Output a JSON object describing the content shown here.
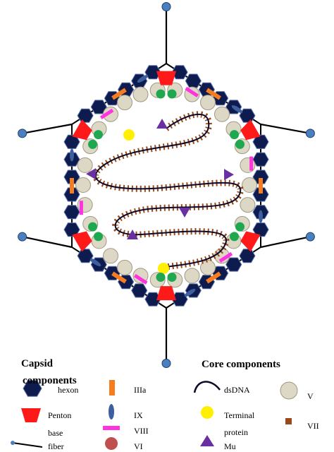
{
  "legend": {
    "capsid_heading_line1": "Capsid",
    "capsid_heading_line2": "components",
    "core_heading": "Core components",
    "hexon": "hexon",
    "penton": "Penton",
    "base": "base",
    "fiber": "fiber",
    "iiia": "IIIa",
    "ix": "IX",
    "viii": "VIII",
    "vi": "VI",
    "dsdna": "dsDNA",
    "terminal": "Terminal",
    "protein": "protein",
    "mu": "Mu",
    "v": "V",
    "vii": "VII"
  },
  "colors": {
    "hexon": "#0d1b4f",
    "penton": "#ff1a1a",
    "base": "#1fa84f",
    "fiber_knob": "#4a7fc0",
    "iiia": "#f57c1f",
    "ix": "#3d5f9e",
    "viii": "#ff33e0",
    "vi": "#c0504d",
    "protein_v": "#ddd8c5",
    "protein_v_stroke": "#a09880",
    "terminal_protein": "#ffef00",
    "mu": "#6a2fa0",
    "vii": "#9a4a1a",
    "dna": "#0a0a2a"
  }
}
